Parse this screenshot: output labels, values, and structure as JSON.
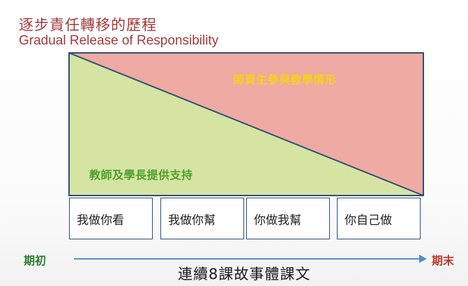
{
  "title": {
    "chinese": "逐步責任轉移的歷程",
    "english": "Gradual Release of Responsibility"
  },
  "diagram": {
    "upper_label": "師資生參與教學情形",
    "lower_label": "教師及學長提供支持",
    "colors": {
      "upper_fill": "#eeaaa3",
      "lower_fill": "#d5e4a3",
      "border": "#2f4f75",
      "upper_label": "#f4d21c",
      "lower_label": "#4ea02c"
    }
  },
  "stages": [
    {
      "label": "我做你看"
    },
    {
      "label": "我做你幫"
    },
    {
      "label": "你做我幫"
    },
    {
      "label": "你自己做"
    }
  ],
  "timeline": {
    "start": "期初",
    "end": "期末",
    "caption": "連續8課故事體課文",
    "arrow_color": "#4f8fc6"
  }
}
